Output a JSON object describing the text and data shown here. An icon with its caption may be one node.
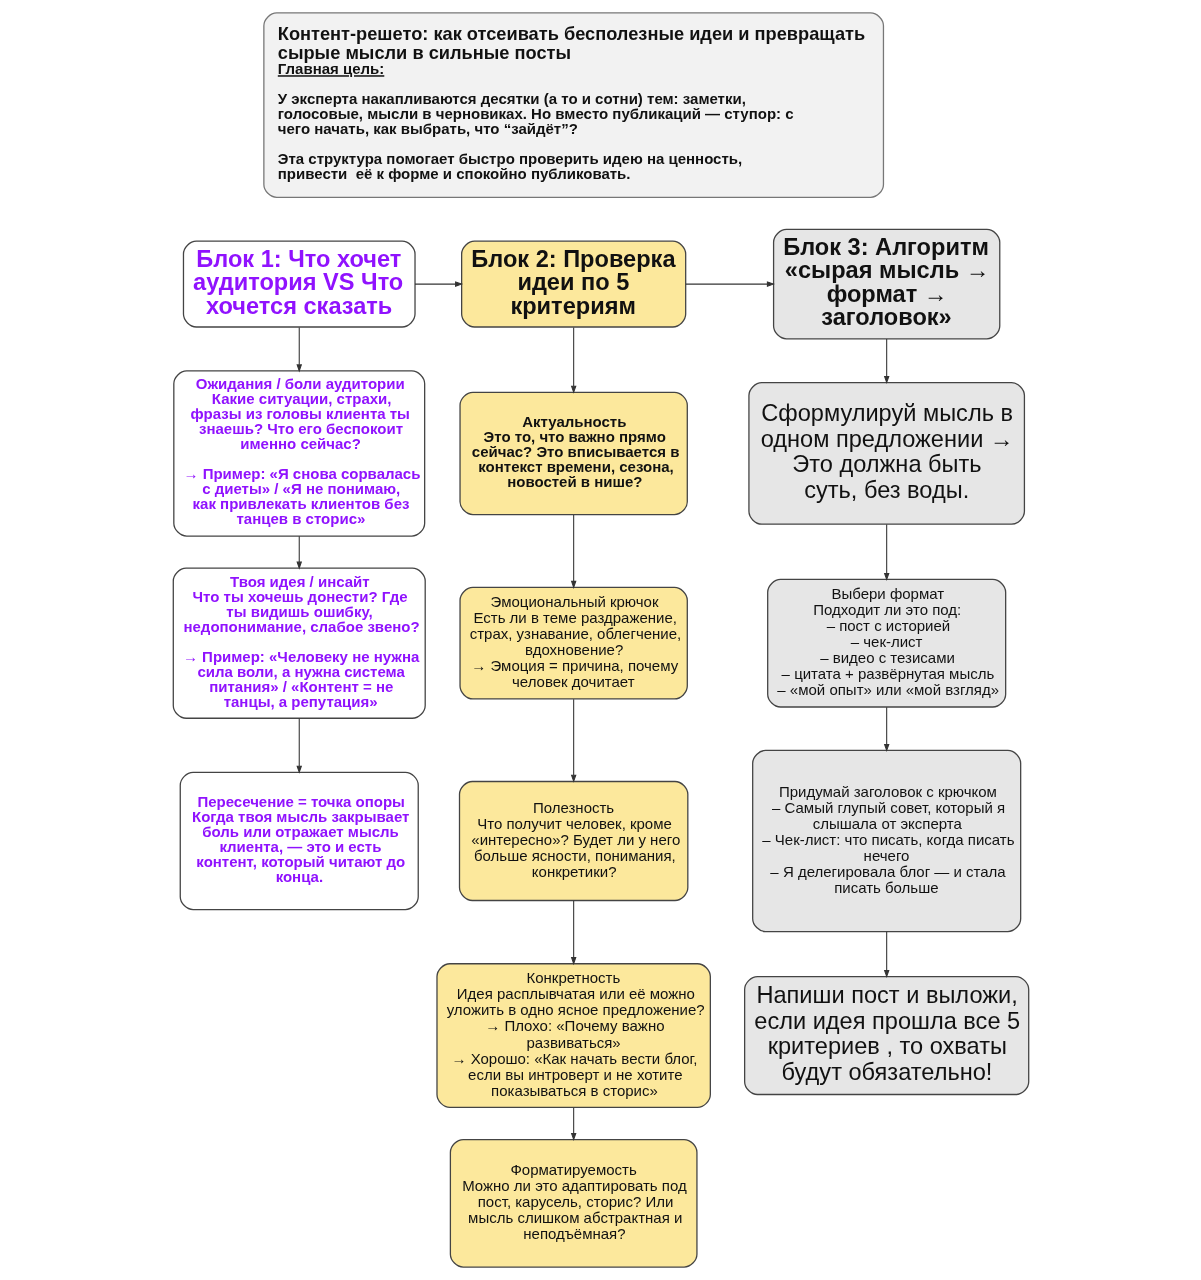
{
  "diagram": {
    "nodes": [
      {
        "text": [
          "Контент-решето: как отсеивать бесполезные идеи и превращать сырые мысли в сильные посты",
          "Главная цель:",
          "У эксперта накапливаются десятки (а то и сотни) тем: заметки, голосовые, мысли в черновиках. Но вместо публикаций — ступор: с чего начать, как выбрать, что “зайдёт”?",
          "Эта структура помогает быстро проверить идею на ценность, привести  её к форме и спокойно публиковать."
        ]
      },
      {
        "text": [
          "Блок 1: Что хочет аудитория VS Что хочется сказать"
        ]
      },
      {
        "text": [
          "Блок 2: Проверка идеи по 5 критериям"
        ]
      },
      {
        "text": [
          "Блок 3: Алгоритм «сырая мысль → формат → заголовок»"
        ]
      },
      {
        "text": [
          "Ожидания / боли аудитории",
          "Какие ситуации, страхи, фразы из головы клиента ты знаешь? Что его беспокоит именно сейчас?",
          "→ Пример: «Я снова сорвалась с диеты» / «Я не понимаю, как привлекать клиентов без танцев в сторис»"
        ]
      },
      {
        "text": [
          "Твоя идея / инсайт",
          "Что ты хочешь донести? Где ты видишь ошибку, недопонимание, слабое звено?",
          "→ Пример: «Человеку не нужна сила воли, а нужна система питания» / «Контент = не танцы, а репутация»"
        ]
      },
      {
        "text": [
          "Пересечение = точка опоры",
          "Когда твоя мысль закрывает боль или отражает мысль клиента, — это и есть контент, который читают до конца."
        ]
      },
      {
        "text": [
          "Актуальность",
          "Это то, что важно прямо сейчас? Это вписывается в контекст времени, сезона, новостей в нише?"
        ]
      },
      {
        "text": [
          "Эмоциональный крючок",
          "Есть ли в теме раздражение, страх, узнавание, облегчение, вдохновение?",
          "→ Эмоция = причина, почему человек дочитает"
        ]
      },
      {
        "text": [
          "Полезность",
          "Что получит человек, кроме «интересно»? Будет ли у него больше ясности, понимания, конкретики?"
        ]
      },
      {
        "text": [
          "Конкретность",
          "Идея расплывчатая или её можно уложить в одно ясное предложение?",
          "→ Плохо: «Почему важно развиваться»",
          "→ Хорошо: «Как начать вести блог, если вы интроверт и не хотите показываться в сторис»"
        ]
      },
      {
        "text": [
          "Форматируемость",
          "Можно ли это адаптировать под пост, карусель, сторис? Или мысль слишком абстрактная и неподъёмная?"
        ]
      },
      {
        "text": [
          "Сформулируй мысль в одном предложении → Это должна быть суть, без воды."
        ]
      },
      {
        "text": [
          "Выбери формат",
          "Подходит ли это под:",
          "– пост с историей",
          "– чек-лист",
          "– видео с тезисами",
          "– цитата + развёрнутая мысль",
          "– «мой опыт» или «мой взгляд»"
        ]
      },
      {
        "text": [
          "Придумай заголовок с крючком",
          "– Самый глупый совет, который я слышала от эксперта",
          "– Чек-лист: что писать, когда писать нечего",
          "– Я делегировала блог — и стала писать больше"
        ]
      },
      {
        "text": [
          "Напиши пост и выложи, если идея прошла все 5 критериев , то охваты будут обязательно!"
        ]
      }
    ],
    "edges": [
      {
        "from": 1,
        "to": 2,
        "arrow": "to"
      },
      {
        "from": 2,
        "to": 3,
        "arrow": "to"
      },
      {
        "from": 1,
        "to": 4,
        "arrow": "to"
      },
      {
        "from": 4,
        "to": 5,
        "arrow": "to"
      },
      {
        "from": 5,
        "to": 6,
        "arrow": "to"
      },
      {
        "from": 2,
        "to": 7,
        "arrow": "to"
      },
      {
        "from": 7,
        "to": 8,
        "arrow": "to"
      },
      {
        "from": 8,
        "to": 9,
        "arrow": "to"
      },
      {
        "from": 9,
        "to": 10,
        "arrow": "to"
      },
      {
        "from": 10,
        "to": 11,
        "arrow": "to"
      },
      {
        "from": 3,
        "to": 12,
        "arrow": "to"
      },
      {
        "from": 12,
        "to": 13,
        "arrow": "to"
      },
      {
        "from": 13,
        "to": 14,
        "arrow": "to"
      },
      {
        "from": 14,
        "to": 15,
        "arrow": "to"
      }
    ]
  }
}
